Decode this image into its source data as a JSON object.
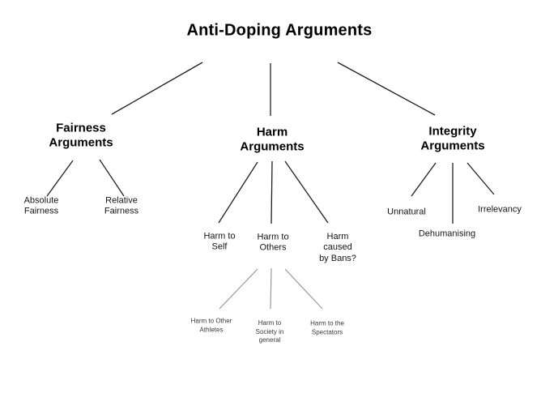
{
  "diagram": {
    "title": "Anti-Doping Arguments",
    "nodes": {
      "root": "Anti-Doping Arguments",
      "fairness": "Fairness\nArguments",
      "harm": "Harm\nArguments",
      "integrity": "Integrity\nArguments",
      "absolute_fairness": "Absolute\nFairness",
      "relative_fairness": "Relative\nFairness",
      "harm_to_self": "Harm to\nSelf",
      "harm_to_others": "Harm to\nOthers",
      "harm_caused_by_bans": "Harm\ncaused\nby Bans?",
      "unnatural": "Unnatural",
      "dehumanising": "Dehumanising",
      "irrelevancy": "Irrelevancy",
      "harm_to_other_athletes": "Harm to Other\nAthletes",
      "harm_to_society": "Harm to\nSociety in\ngeneral",
      "harm_to_spectators": "Harm to the\nSpectators"
    },
    "edges": [
      {
        "from": "root",
        "to": "fairness"
      },
      {
        "from": "root",
        "to": "harm"
      },
      {
        "from": "root",
        "to": "integrity"
      },
      {
        "from": "fairness",
        "to": "absolute_fairness"
      },
      {
        "from": "fairness",
        "to": "relative_fairness"
      },
      {
        "from": "harm",
        "to": "harm_to_self"
      },
      {
        "from": "harm",
        "to": "harm_to_others"
      },
      {
        "from": "harm",
        "to": "harm_caused_by_bans"
      },
      {
        "from": "integrity",
        "to": "unnatural"
      },
      {
        "from": "integrity",
        "to": "dehumanising"
      },
      {
        "from": "integrity",
        "to": "irrelevancy"
      },
      {
        "from": "harm_to_others",
        "to": "harm_to_other_athletes"
      },
      {
        "from": "harm_to_others",
        "to": "harm_to_society"
      },
      {
        "from": "harm_to_others",
        "to": "harm_to_spectators"
      }
    ],
    "colors": {
      "background": "#ffffff",
      "text": "#000000",
      "sub_text": "#3a3a3a",
      "edge": "#1f1f1f",
      "sub_edge": "#999999"
    }
  }
}
